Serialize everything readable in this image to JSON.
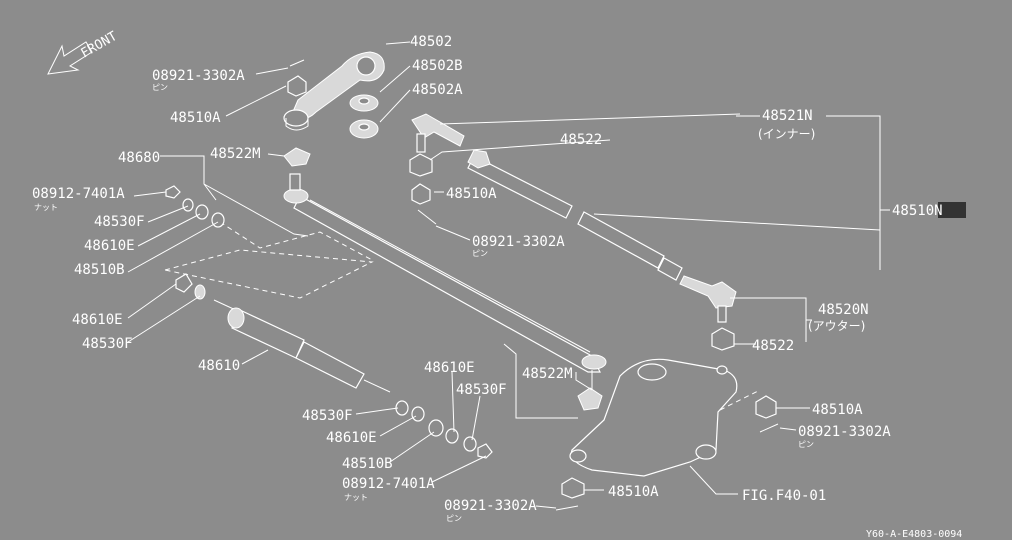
{
  "direction": "FRONT",
  "labels": {
    "l48502": "48502",
    "l48502B": "48502B",
    "l48502A": "48502A",
    "l08921_top": "08921-3302A",
    "pin_top": "ピン",
    "l48510A_top": "48510A",
    "l48521N": "48521N",
    "inner": "(インナー)",
    "l48522_top": "48522",
    "l48680": "48680",
    "l48522M_top": "48522M",
    "l08912_top": "08912-7401A",
    "nut_top": "ナット",
    "l48530F_a": "48530F",
    "l48610E_a": "48610E",
    "l48510B_a": "48510B",
    "l48510A_mid": "48510A",
    "l08921_mid": "08921-3302A",
    "pin_mid": "ピン",
    "l48510N": "48510N",
    "l48610E_b": "48610E",
    "l48530F_b": "48530F",
    "l48610": "48610",
    "l48520N": "48520N",
    "outer": "(アウター)",
    "l48522_low": "48522",
    "l48610E_c": "48610E",
    "l48530F_c": "48530F",
    "l48522M_low": "48522M",
    "l48530F_d": "48530F",
    "l48610E_d": "48610E",
    "l48510B_b": "48510B",
    "l08912_low": "08912-7401A",
    "nut_low": "ナット",
    "l48510A_right": "48510A",
    "l08921_right": "08921-3302A",
    "pin_right": "ピン",
    "l48510A_bottom": "48510A",
    "fig": "FIG.F40-01",
    "l08921_bottom": "08921-3302A",
    "pin_bottom": "ピン",
    "code": "Y60-A-E4803-0094"
  }
}
